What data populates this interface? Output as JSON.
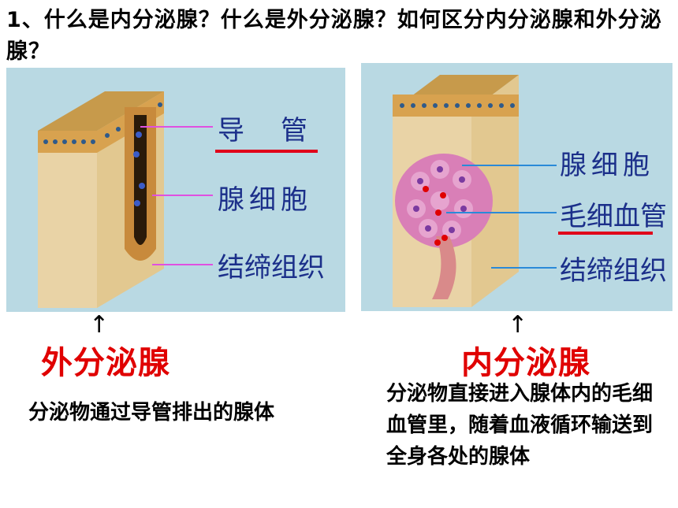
{
  "question": "1、什么是内分泌腺？什么是外分泌腺？如何区分内分泌腺和外分泌腺？",
  "exocrine": {
    "labels": {
      "duct": "导　管",
      "gland_cell": "腺细胞",
      "connective": "结缔组织"
    },
    "title": "外分泌腺",
    "description": "分泌物通过导管排出的腺体",
    "colors": {
      "label": "#1b2f8a",
      "pointer": "#e050e0",
      "underline": "#e0001a"
    }
  },
  "endocrine": {
    "labels": {
      "gland_cell": "腺细胞",
      "capillary": "毛细血管",
      "connective": "结缔组织"
    },
    "title": "内分泌腺",
    "description": "分泌物直接进入腺体内的毛细血管里，随着血液循环输送到全身各处的腺体",
    "colors": {
      "label": "#1b2f8a",
      "pointer": "#2a8ad8",
      "underline": "#e0001a"
    }
  },
  "arrow_glyph": "↑"
}
